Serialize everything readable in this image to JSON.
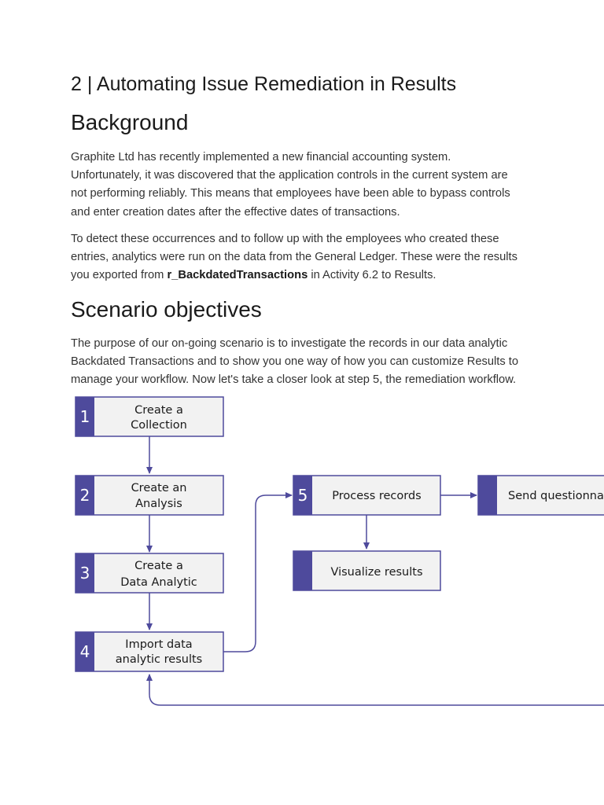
{
  "title": "2 | Automating Issue Remediation in Results",
  "background": {
    "heading": "Background",
    "para1": [
      "Graphite Ltd has recently implemented a new financial accounting system.",
      "Unfortunately, it was discovered that the application controls in the current system are",
      "not performing reliably. This means that employees have been able to bypass controls",
      "and enter creation dates after the effective dates of transactions."
    ],
    "para2": {
      "line1": "To detect these occurrences and to follow up with the employees who created these",
      "line2": "entries, analytics were run on the data from the General Ledger. These were the results",
      "line3_before": "you exported from ",
      "line3_bold": "r_BackdatedTransactions",
      "line3_after": " in Activity 6.2 to Results."
    }
  },
  "scenario": {
    "heading": "Scenario objectives",
    "para": [
      "The purpose of our on-going scenario is to investigate the records in our data analytic",
      "Backdated Transactions and to show you one way of how you can customize Results to",
      "manage your workflow. Now let's take a closer look at step 5, the remediation workflow."
    ]
  },
  "flow": {
    "accent": "#4e4a9c",
    "box_fill": "#f2f2f2",
    "steps": [
      {
        "number": "1",
        "lines": [
          "Create a",
          "Collection"
        ]
      },
      {
        "number": "2",
        "lines": [
          "Create an",
          "Analysis"
        ]
      },
      {
        "number": "3",
        "lines": [
          "Create a",
          "Data Analytic"
        ]
      },
      {
        "number": "4",
        "lines": [
          "Import data",
          "analytic results"
        ]
      },
      {
        "number": "5",
        "lines": [
          "Process records"
        ]
      }
    ],
    "extra_boxes": [
      {
        "label": "Visualize results"
      },
      {
        "label": "Send questionnai"
      }
    ]
  }
}
